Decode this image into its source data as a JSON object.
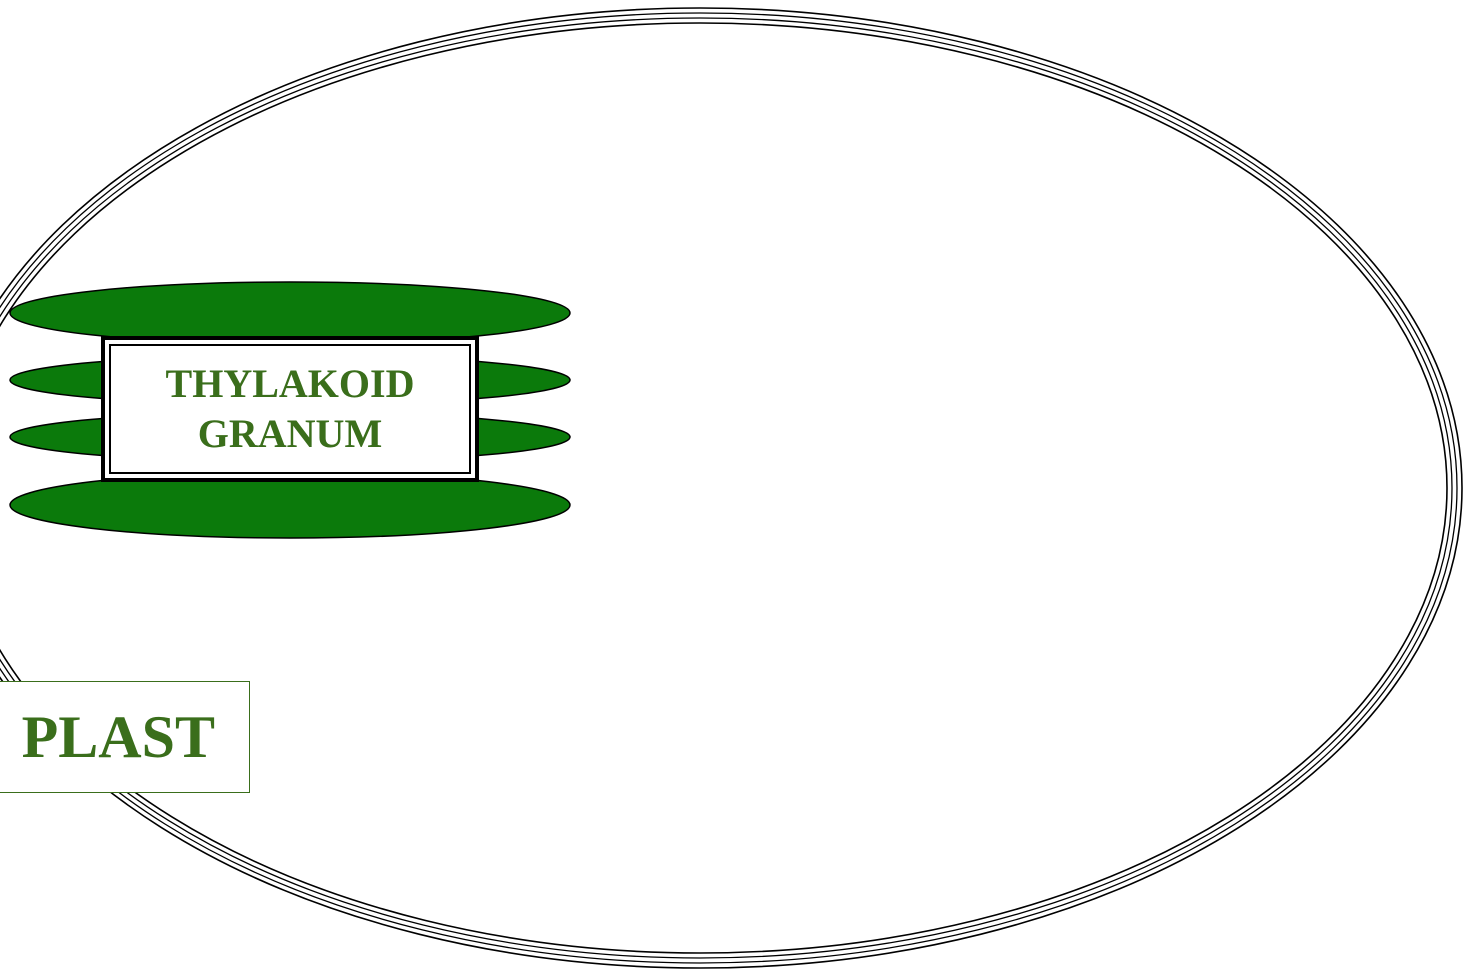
{
  "colors": {
    "membrane_stroke": "#000000",
    "thylakoid_fill": "#0b7a0b",
    "label_text": "#3a6e1b",
    "background": "#ffffff"
  },
  "granum": {
    "label_line1": "THYLAKOID",
    "label_line2": "GRANUM",
    "thylakoid_count": 4
  },
  "chloroplast": {
    "label": "PLAST"
  }
}
